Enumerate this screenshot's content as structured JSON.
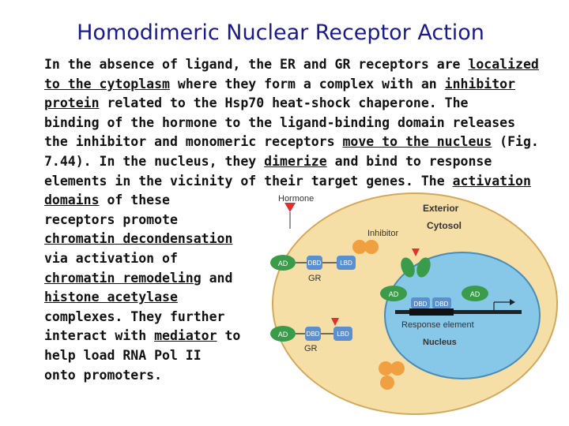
{
  "title": "Homodimeric Nuclear Receptor Action",
  "paragraph": [
    [
      {
        "t": "In the absence of ligand, the ER and GR receptors are "
      },
      {
        "t": "localized",
        "u": true
      }
    ],
    [
      {
        "t": "to the cytoplasm",
        "u": true
      },
      {
        "t": " where they form a complex with an "
      },
      {
        "t": "inhibitor",
        "u": true
      }
    ],
    [
      {
        "t": "protein",
        "u": true
      },
      {
        "t": " related to the Hsp70 heat-shock chaperone. The"
      }
    ],
    [
      {
        "t": "binding of the hormone to the ligand-binding domain releases"
      }
    ],
    [
      {
        "t": "the inhibitor and monomeric receptors "
      },
      {
        "t": "move to the nucleus",
        "u": true
      },
      {
        "t": " (Fig."
      }
    ],
    [
      {
        "t": "7.44). In the nucleus, they "
      },
      {
        "t": "dimerize",
        "u": true
      },
      {
        "t": " and bind to response"
      }
    ],
    [
      {
        "t": "elements in the vicinity of their target genes. The "
      },
      {
        "t": "activation",
        "u": true
      }
    ],
    [
      {
        "t": "domains",
        "u": true
      },
      {
        "t": " of these"
      }
    ],
    [
      {
        "t": "receptors promote"
      }
    ],
    [
      {
        "t": "chromatin decondensation",
        "u": true
      }
    ],
    [
      {
        "t": "via activation of"
      }
    ],
    [
      {
        "t": "chromatin remodeling",
        "u": true
      },
      {
        "t": " and"
      }
    ],
    [
      {
        "t": "histone acetylase",
        "u": true
      }
    ],
    [
      {
        "t": "complexes. They further"
      }
    ],
    [
      {
        "t": "interact with "
      },
      {
        "t": "mediator",
        "u": true
      },
      {
        "t": " to"
      }
    ],
    [
      {
        "t": "help load RNA Pol II"
      }
    ],
    [
      {
        "t": "onto promoters."
      }
    ]
  ],
  "diagram": {
    "hormone": "Hormone",
    "exterior": "Exterior",
    "cytosol": "Cytosol",
    "inhibitor": "Inhibitor",
    "ad": "AD",
    "dbd": "DBD",
    "lbd": "LBD",
    "gr": "GR",
    "response_element": "Response element",
    "nucleus": "Nucleus"
  },
  "colors": {
    "title": "#1a1a8c",
    "cell": "#f6dfa6",
    "cell_border": "#d4a85a",
    "nucleus": "#87c7e8",
    "ad": "#3a9b4a",
    "domain": "#5a8fd0",
    "hormone": "#e23030",
    "ball": "#f0a040"
  }
}
